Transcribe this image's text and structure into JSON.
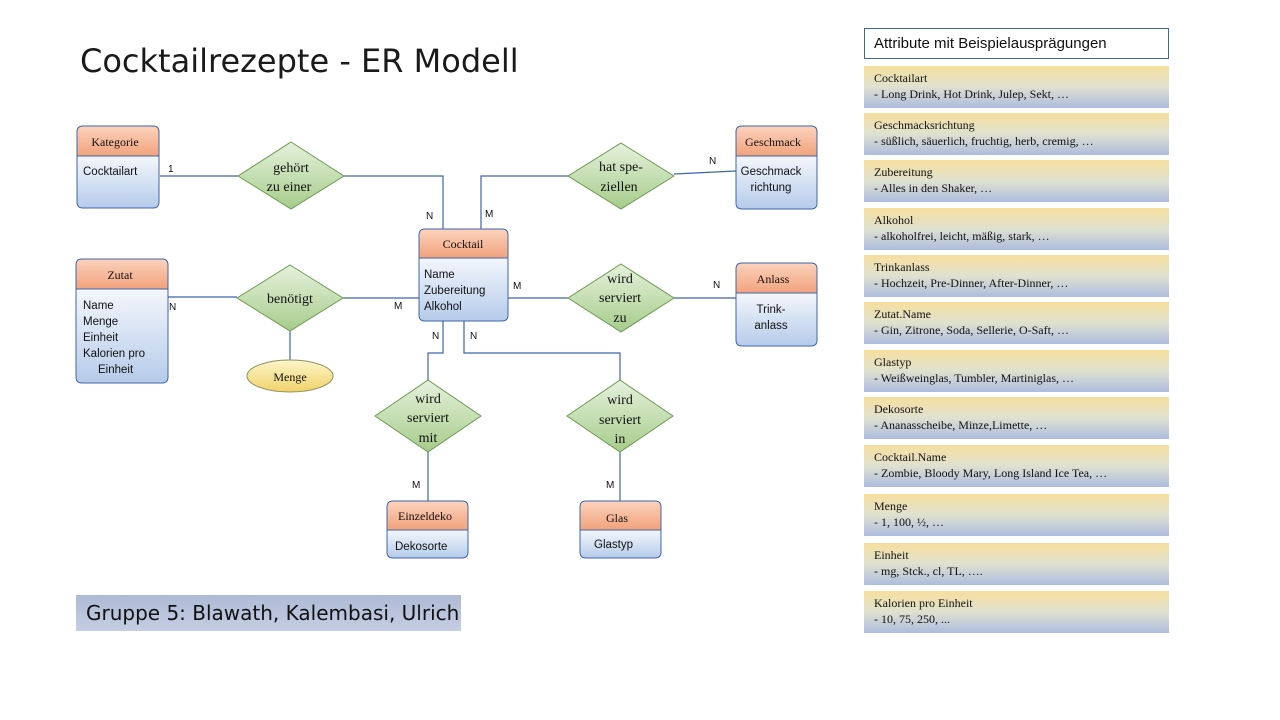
{
  "title": "Cocktailrezepte - ER Modell",
  "footer": "Gruppe 5: Blawath, Kalembasi, Ulrich",
  "entities": {
    "kategorie": {
      "name": "Kategorie",
      "attrs": [
        "Cocktailart"
      ]
    },
    "geschmack": {
      "name": "Geschmack",
      "attrs": [
        "Geschmack",
        "richtung"
      ]
    },
    "cocktail": {
      "name": "Cocktail",
      "attrs": [
        "Name",
        "Zubereitung",
        "Alkohol"
      ]
    },
    "zutat": {
      "name": "Zutat",
      "attrs": [
        "Name",
        "Menge",
        "Einheit",
        "Kalorien pro",
        "Einheit"
      ]
    },
    "anlass": {
      "name": "Anlass",
      "attrs": [
        "Trink-",
        "anlass"
      ]
    },
    "einzeldeko": {
      "name": "Einzeldeko",
      "attrs": [
        "Dekosorte"
      ]
    },
    "glas": {
      "name": "Glas",
      "attrs": [
        "Glastyp"
      ]
    }
  },
  "relationships": {
    "gehoert": [
      "gehört",
      "zu einer"
    ],
    "spezielle": [
      "hat spe-",
      "ziellen"
    ],
    "benoetigt": [
      "benötigt"
    ],
    "serviert_zu": [
      "wird",
      "serviert",
      "zu"
    ],
    "serviert_mit": [
      "wird",
      "serviert",
      "mit"
    ],
    "serviert_in": [
      "wird",
      "serviert",
      "in"
    ]
  },
  "attribute_ellipse": "Menge",
  "cardinalities": {
    "kategorie": "1",
    "cocktail_gehoert": "N",
    "cocktail_geschmack": "M",
    "geschmack": "N",
    "zutat": "N",
    "cocktail_zutat": "M",
    "cocktail_anlass": "M",
    "anlass": "N",
    "cocktail_deko": "N",
    "cocktail_glas": "N",
    "einzeldeko": "M",
    "glas": "M"
  },
  "panel": {
    "header": "Attribute mit Beispielausprägungen",
    "items": [
      {
        "name": "Cocktailart",
        "examples": "-  Long Drink,  Hot Drink,  Julep, Sekt,  …"
      },
      {
        "name": "Geschmacksrichtung",
        "examples": "-  süßlich, säuerlich, fruchtig, herb, cremig,  …"
      },
      {
        "name": "Zubereitung",
        "examples": "-  Alles in den Shaker,  …"
      },
      {
        "name": "Alkohol",
        "examples": "-  alkoholfrei,  leicht,  mäßig,  stark, …"
      },
      {
        "name": "Trinkanlass",
        "examples": "-  Hochzeit,  Pre-Dinner,  After-Dinner,  …"
      },
      {
        "name": "Zutat.Name",
        "examples": "-  Gin,  Zitrone,  Soda,  Sellerie,  O-Saft,  …"
      },
      {
        "name": "Glastyp",
        "examples": "-  Weißweinglas,  Tumbler,  Martiniglas, …"
      },
      {
        "name": "Dekosorte",
        "examples": "-  Ananasscheibe, Minze,Limette,  …"
      },
      {
        "name": "Cocktail.Name",
        "examples": "-  Zombie,  Bloody Mary,  Long Island Ice Tea,  …"
      },
      {
        "name": "Menge",
        "examples": "-  1,  100,  ½,  …"
      },
      {
        "name": "Einheit",
        "examples": "-  mg,  Stck.,  cl,  TL,  …."
      },
      {
        "name": "Kalorien pro Einheit",
        "examples": "-  10,  75,  250,  ..."
      }
    ]
  }
}
